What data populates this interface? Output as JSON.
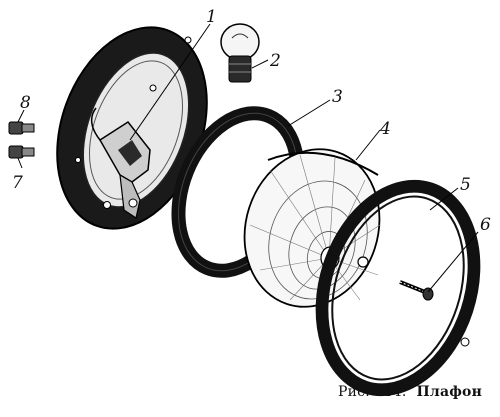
{
  "figure": {
    "caption_prefix": "Рис. 114.",
    "caption_title": "Плафон"
  },
  "callouts": [
    "1",
    "2",
    "3",
    "4",
    "5",
    "6",
    "7",
    "8"
  ],
  "colors": {
    "ink": "#111111",
    "paper": "#ffffff"
  }
}
